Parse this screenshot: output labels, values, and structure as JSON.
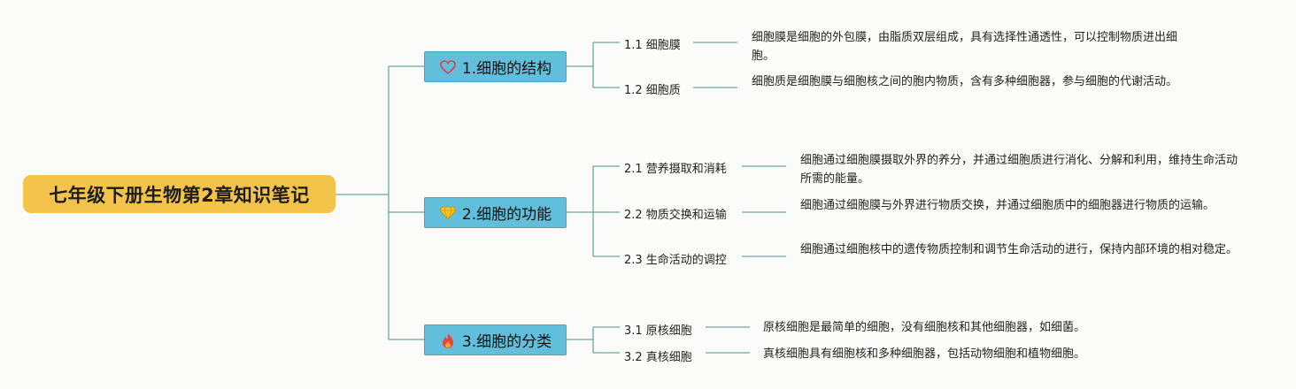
{
  "root": {
    "title": "七年级下册生物第2章知识笔记"
  },
  "branches": [
    {
      "title": "1.细胞的结构",
      "icon": "heart-icon",
      "items": [
        {
          "label": "1.1 细胞膜",
          "note": "细胞膜是细胞的外包膜，由脂质双层组成，具有选择性通透性，可以控制物质进出细胞。"
        },
        {
          "label": "1.2 细胞质",
          "note": "细胞质是细胞膜与细胞核之间的胞内物质，含有多种细胞器，参与细胞的代谢活动。"
        }
      ]
    },
    {
      "title": "2.细胞的功能",
      "icon": "diamond-icon",
      "items": [
        {
          "label": "2.1 营养摄取和消耗",
          "note": "细胞通过细胞膜摄取外界的养分，并通过细胞质进行消化、分解和利用，维持生命活动所需的能量。"
        },
        {
          "label": "2.2 物质交换和运输",
          "note": "细胞通过细胞膜与外界进行物质交换，并通过细胞质中的细胞器进行物质的运输。"
        },
        {
          "label": "2.3 生命活动的调控",
          "note": "细胞通过细胞核中的遗传物质控制和调节生命活动的进行，保持内部环境的相对稳定。"
        }
      ]
    },
    {
      "title": "3.细胞的分类",
      "icon": "fire-icon",
      "items": [
        {
          "label": "3.1 原核细胞",
          "note": "原核细胞是最简单的细胞，没有细胞核和其他细胞器，如细菌。"
        },
        {
          "label": "3.2 真核细胞",
          "note": "真核细胞具有细胞核和多种细胞器，包括动物细胞和植物细胞。"
        }
      ]
    }
  ],
  "colors": {
    "root": "#f3c449",
    "branch": "#62bfdb",
    "line": "#5aa898",
    "heart": "#d9434f",
    "diamond": "#f2c62d",
    "fire": "#e8443a"
  }
}
